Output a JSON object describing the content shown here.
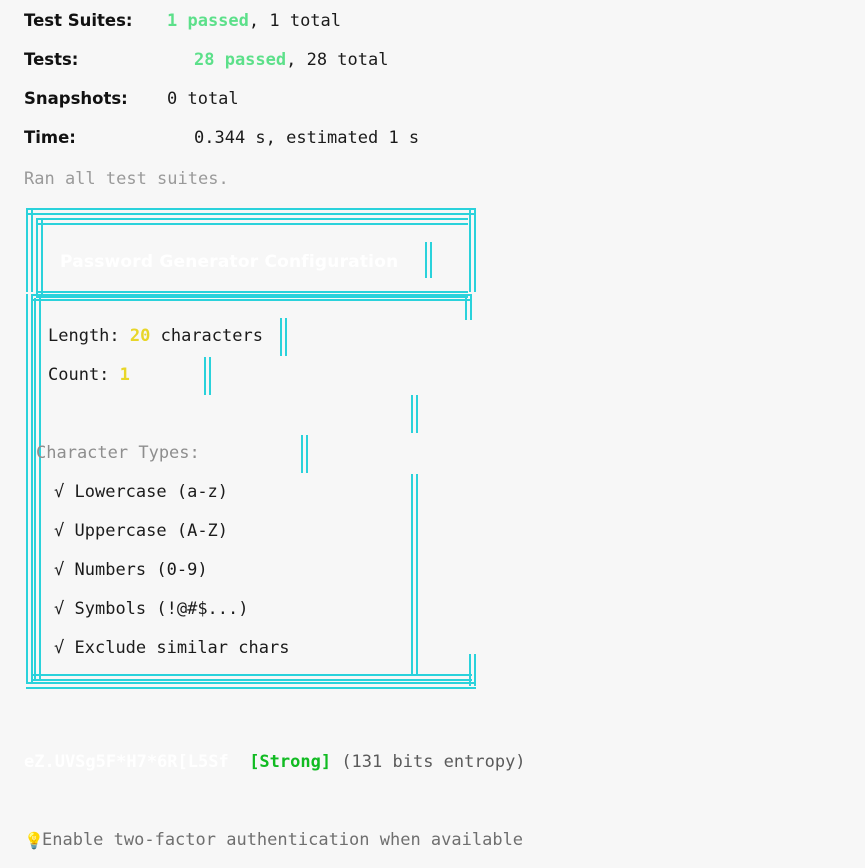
{
  "terminal": {
    "background": "#f7f7f7",
    "accent_cyan": "#2ad2db",
    "pass_green": "#5ce08a",
    "strong_green": "#11bb22",
    "value_yellow": "#e8d629"
  },
  "summary": {
    "rows": [
      {
        "label": "Test Suites:",
        "value_pass": "1 passed",
        "value_rest": ", 1 total"
      },
      {
        "label": "Tests:",
        "value_pass": "28 passed",
        "value_rest": ", 28 total"
      },
      {
        "label": "Snapshots:",
        "value_pass": "",
        "value_rest": "0 total"
      },
      {
        "label": "Time:",
        "value_pass": "",
        "value_rest": "0.344 s, estimated 1 s"
      }
    ],
    "footer": "Ran all test suites."
  },
  "panel": {
    "title": "Password Generator Configuration",
    "length_label": "Length: ",
    "length_value": "20",
    "length_suffix": " characters",
    "count_label": "Count: ",
    "count_value": "1",
    "section_heading": "Character Types:",
    "options": [
      {
        "mark": "√",
        "label": "Lowercase (a-z)"
      },
      {
        "mark": "√",
        "label": "Uppercase (A-Z)"
      },
      {
        "mark": "√",
        "label": "Numbers (0-9)"
      },
      {
        "mark": "√",
        "label": "Symbols (!@#$...)"
      },
      {
        "mark": "√",
        "label": "Exclude similar chars"
      }
    ]
  },
  "result": {
    "password": "eZ.UVSg5F*H7*6R[L5Sf",
    "gap": "  ",
    "strength": "[Strong]",
    "entropy": " (131 bits entropy)"
  },
  "tip": {
    "icon": "lightbulb-icon",
    "glyph": "💡",
    "text": "Enable two-factor authentication when available"
  }
}
